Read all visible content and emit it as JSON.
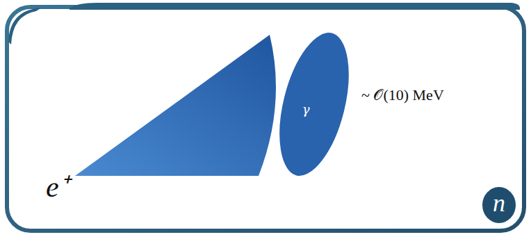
{
  "diagram": {
    "nodes": [
      {
        "text": [
          "γ"
        ]
      },
      {
        "text": [
          "n"
        ]
      }
    ],
    "labels": [
      "e⁺",
      "~ 𝒪(10) MeV"
    ]
  }
}
